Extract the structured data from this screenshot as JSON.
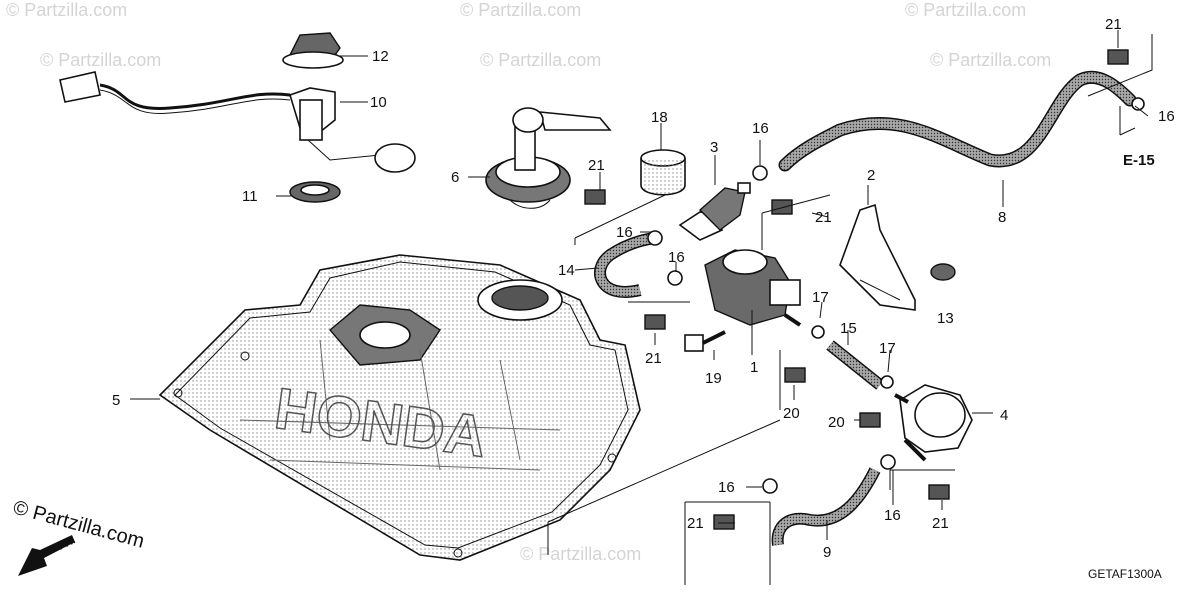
{
  "watermark_text": "© Partzilla.com",
  "copyright_text": "© Partzilla.com",
  "diagram_code": "GETAF1300A",
  "reference_label": "E-15",
  "front_marker": "FR.",
  "tank_brand": "HONDA",
  "callouts": [
    "1",
    "2",
    "3",
    "4",
    "5",
    "6",
    "8",
    "9",
    "10",
    "11",
    "12",
    "13",
    "14",
    "15",
    "16",
    "17",
    "19",
    "20",
    "21"
  ]
}
